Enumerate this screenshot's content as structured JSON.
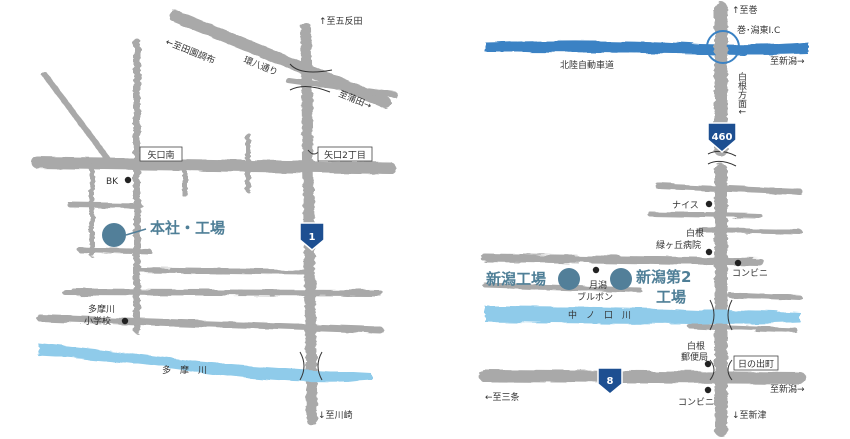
{
  "colors": {
    "road": "#a9a9a9",
    "road_dark": "#8f8f8f",
    "river": "#8fcbea",
    "expressway": "#3a82c4",
    "factory": "#527f99",
    "route_shield": "#1d4f91",
    "text": "#333333"
  },
  "left_map": {
    "labels": {
      "to_gotanda": "↑至五反田",
      "to_denenchofu": "←至田園調布",
      "kanpachi": "環八通り",
      "to_kamata": "至蒲田→",
      "yaguchi_minami": "矢口南",
      "yaguchi_2chome": "矢口2丁目",
      "bk": "BK",
      "headquarters": "本社・工場",
      "tamagawa_school_1": "多摩川",
      "tamagawa_school_2": "小学校",
      "river_name": "多　摩　川",
      "to_kawasaki": "↓至川崎",
      "route_1": "1"
    }
  },
  "right_map": {
    "labels": {
      "to_maki": "↑至巻",
      "ic_name": "巻･潟東I.C",
      "expressway_name": "北陸自動車道",
      "to_niigata_top": "至新潟→",
      "shirone_direction": "白根方面↓",
      "route_460": "460",
      "nice": "ナイス",
      "hospital_1": "白根",
      "hospital_2": "緑ヶ丘病院",
      "factory_niigata": "新潟工場",
      "gessen_1": "月潟",
      "gessen_2": "ブルボン",
      "factory_2_line1": "新潟第2",
      "factory_2_line2": "工場",
      "conbini_top": "コンビニ",
      "river_name": "中　ノ　口　川",
      "post_1": "白根",
      "post_2": "郵便局",
      "hinode": "日の出町",
      "to_sanjo": "←至三条",
      "route_8": "8",
      "to_niigata_bottom": "至新潟→",
      "conbini_bottom": "コンビニ",
      "to_niitsu": "↓至新津"
    }
  }
}
